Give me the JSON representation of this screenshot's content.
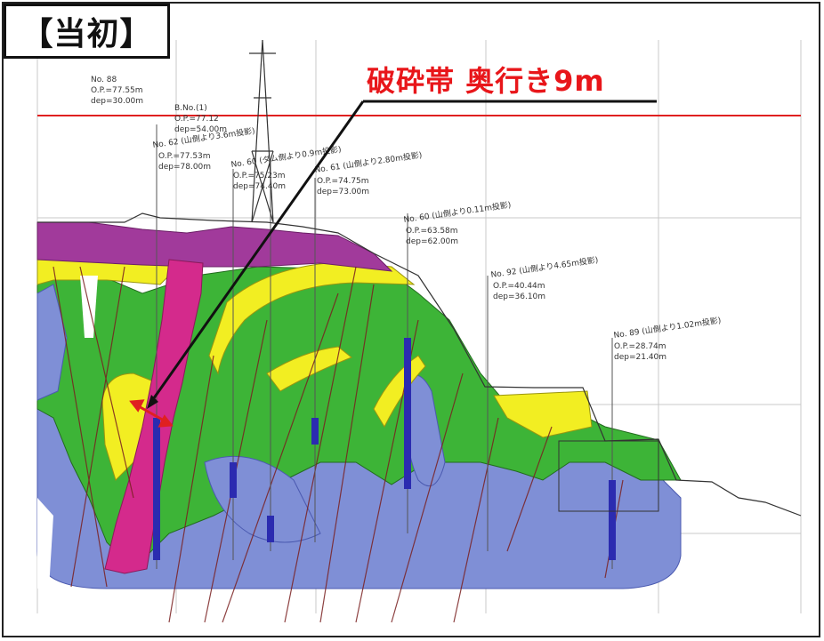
{
  "tag": "【当初】",
  "callout": "破砕帯 奥行き9m",
  "borehole_labels": [
    {
      "no": "No. 88",
      "op": "O.P.=77.55m",
      "dep": "dep=30.00m"
    },
    {
      "no": "B.No.(1)",
      "op": "O.P.=77.12",
      "dep": "dep=54.00m"
    },
    {
      "no": "No. 62 (山側より3.6m投影)",
      "op": "O.P.=77.53m",
      "dep": "dep=78.00m"
    },
    {
      "no": "No. 60 (ダム側より0.9m投影)",
      "op": "O.P.=75.23m",
      "dep": "dep=74.40m"
    },
    {
      "no": "No. 61 (山側より2.80m投影)",
      "op": "O.P.=74.75m",
      "dep": "dep=73.00m"
    },
    {
      "no": "No. 60 (山側より0.11m投影)",
      "op": "O.P.=63.58m",
      "dep": "dep=62.00m"
    },
    {
      "no": "No. 92 (山側より4.65m投影)",
      "op": "O.P.=40.44m",
      "dep": "dep=36.10m"
    },
    {
      "no": "No. 89 (山側より1.02m投影)",
      "op": "O.P.=28.74m",
      "dep": "dep=21.40m"
    }
  ],
  "colors": {
    "frame": "#222222",
    "callout": "#e8161a",
    "elevation_line": "#e02020",
    "purple_layer": "#a13a9b",
    "yellow_layer": "#f2ee22",
    "green_layer": "#3db437",
    "blue_layer": "#7f8fd6",
    "magenta_fault": "#d42a8c",
    "leader_line": "#111111",
    "arrow": "#e02020"
  }
}
